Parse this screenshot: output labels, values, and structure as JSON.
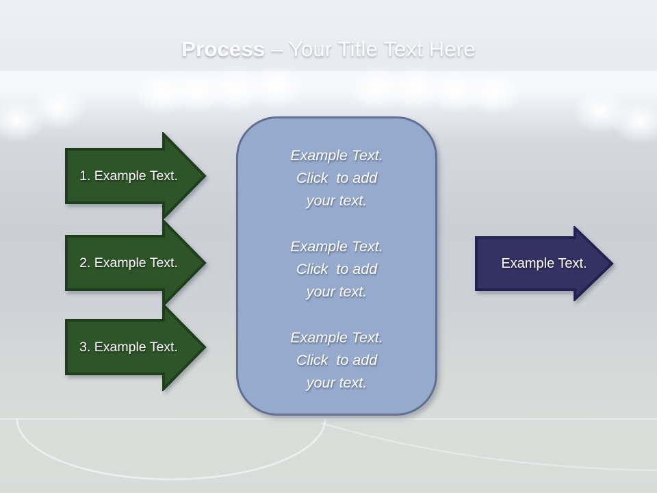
{
  "slide": {
    "title": {
      "bold": "Process",
      "rest": "– Your Title Text Here"
    }
  },
  "left_arrows": [
    {
      "label": "1. Example Text."
    },
    {
      "label": "2. Example Text."
    },
    {
      "label": "3. Example Text."
    }
  ],
  "center_panel": {
    "blocks": [
      {
        "lines": [
          "Example Text.",
          "Click  to add",
          "your text."
        ]
      },
      {
        "lines": [
          "Example Text.",
          "Click  to add",
          "your text."
        ]
      },
      {
        "lines": [
          "Example Text.",
          "Click  to add",
          "your text."
        ]
      }
    ]
  },
  "right_arrow": {
    "label": "Example Text."
  },
  "colors": {
    "header_top": "#3d4a64",
    "header_bottom": "#7b90b7",
    "green_fill": "#2e5429",
    "green_stroke": "#1f3e1c",
    "navy_fill": "#343264",
    "navy_stroke": "#23214f",
    "panel_fill": "#96aacd",
    "panel_stroke": "#617092",
    "text": "#ffffff"
  }
}
